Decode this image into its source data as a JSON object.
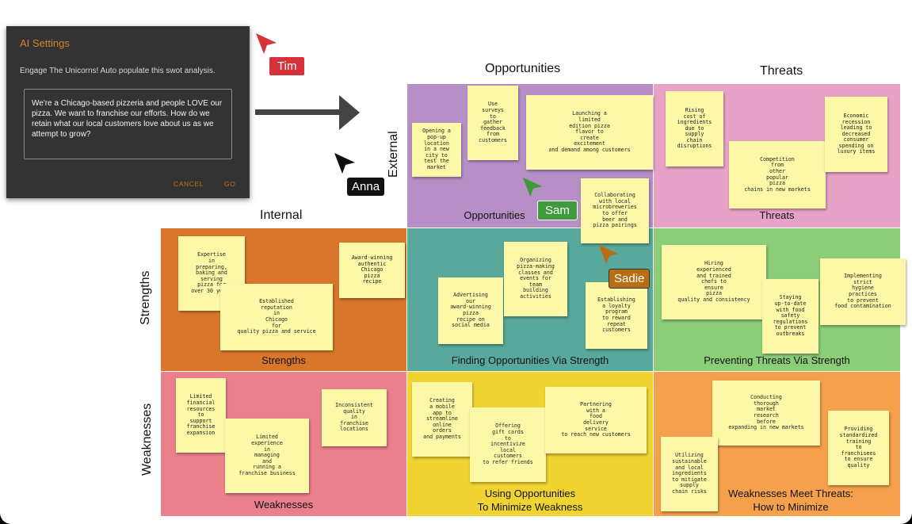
{
  "headers": {
    "opportunities": "Opportunities",
    "threats": "Threats",
    "internal": "Internal",
    "external": "External",
    "strengths": "Strengths",
    "weaknesses": "Weaknesses"
  },
  "quadrants": {
    "opportunities": {
      "label": "Opportunities",
      "color": "#b78fc7"
    },
    "threats": {
      "label": "Threats",
      "color": "#e8a2c8"
    },
    "strengths": {
      "label": "Strengths",
      "color": "#d8772c"
    },
    "so": {
      "label": "Finding Opportunities Via Strength",
      "color": "#58a89c"
    },
    "st": {
      "label": "Preventing Threats Via Strength",
      "color": "#8cce78"
    },
    "weaknesses": {
      "label": "Weaknesses",
      "color": "#eb808d"
    },
    "wo": {
      "label_line1": "Using Opportunities",
      "label_line2": "To Minimize Weakness",
      "color": "#f1d432"
    },
    "wt": {
      "label_line1": "Weaknesses Meet Threats:",
      "label_line2": "How to Minimize",
      "color": "#f5a04c"
    }
  },
  "notes": {
    "opp1": "Opening a\npop-up\nlocation\nin a new\ncity to\ntest the\nmarket",
    "opp2": "Use\nsurveys\nto\ngather\nfeedback\nfrom\ncustomers",
    "opp3": "Launching a\nlimited\nedition pizza\nflavor to\ncreate\nexcitement\nand demand among customers",
    "opp4": "Collaborating\nwith local\nmicrobreweries\nto offer\nbeer and\npizza pairings",
    "thr1": "Rising\ncost of\ningredients\ndue to\nsupply\nchain\ndisruptions",
    "thr2": "Competition\nfrom\nother\npopular\npizza\nchains in new markets",
    "thr3": "Economic\nrecession\nleading to\ndecreased\nconsumer\nspending on\nluxury items",
    "str1": "Expertise\nin\npreparing,\nbaking and\nserving\npizza for\nover 30 years",
    "str2": "Established\nreputation\nin\nChicago\nfor\nquality pizza and service",
    "str3": "Award-winning\nauthentic\nChicago\npizza\nrecipe",
    "so1": "Advertising\nour\naward-winning\npizza\nrecipe on\nsocial media",
    "so2": "Organizing\npizza-making\nclasses and\nevents for\nteam\nbuilding\nactivities",
    "so3": "Establishing\na loyalty\nprogram\nto reward\nrepeat\ncustomers",
    "st1": "Hiring\nexperienced\nand trained\nchefs to\nensure\npizza\nquality and consistency",
    "st2": "Staying\nup-to-date\nwith food\nsafety\nregulations\nto prevent\noutbreaks",
    "st3": "Implementing\nstrict\nhygiene\npractices\nto prevent\nfood contamination",
    "wk1": "Limited\nfinancial\nresources\nto\nsupport\nfranchise\nexpansion",
    "wk2": "Limited\nexperience\nin\nmanaging\nand\nrunning a\nfranchise business",
    "wk3": "Inconsistent\nquality\nin\nfranchise\nlocations",
    "wo1": "Creating\na mobile\napp to\nstreamline\nonline\norders\nand payments",
    "wo2": "Offering\ngift cards\nto\nincentivize\nlocal\ncustomers\nto refer friends",
    "wo3": "Partnering\nwith a\nfood\ndelivery\nservice\nto reach new customers",
    "wt1": "Conducting\nthorough\nmarket\nresearch\nbefore\nexpanding in new markets",
    "wt2": "Utilizing\nsustainable\nand local\ningredients\nto mitigate\nsupply\nchain risks",
    "wt3": "Providing\nstandardized\ntraining\nto\nfranchisees\nto ensure\nquality"
  },
  "ai_panel": {
    "title": "AI Settings",
    "subtitle": "Engage The Unicorns! Auto populate this swot analysis.",
    "prompt": "We're a Chicago-based pizzeria and people LOVE our pizza. We want to franchise our efforts. How do we retain what our local customers love about us as we attempt to grow?",
    "cancel_label": "CANCEL",
    "go_label": "GO"
  },
  "cursors": [
    {
      "name": "Tim",
      "color": "#d5333b"
    },
    {
      "name": "Anna",
      "color": "#111111"
    },
    {
      "name": "Sam",
      "color": "#3e9a3a"
    },
    {
      "name": "Sadie",
      "color": "#b86e12"
    }
  ]
}
